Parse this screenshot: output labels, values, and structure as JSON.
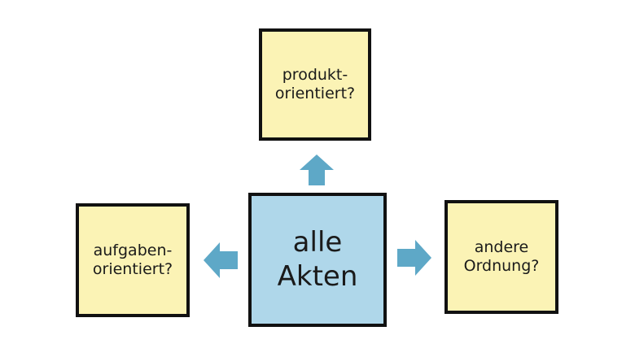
{
  "center": {
    "label": "alle\nAkten"
  },
  "top": {
    "label": "produkt-\norientiert?"
  },
  "left": {
    "label": "aufgaben-\norientiert?"
  },
  "right": {
    "label": "andere\nOrdnung?"
  },
  "colors": {
    "center_fill": "#afd7ea",
    "note_fill": "#fbf3b5",
    "arrow": "#5ea8c7",
    "border": "#111111"
  }
}
